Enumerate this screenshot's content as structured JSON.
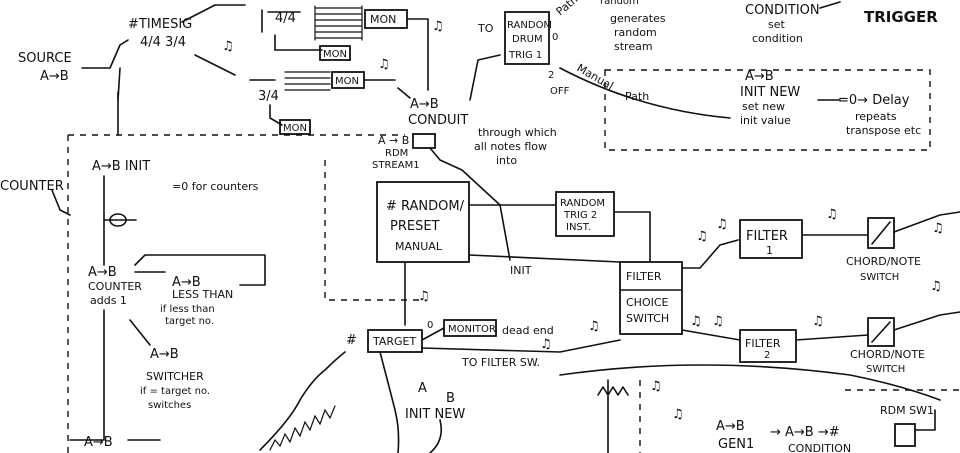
{
  "labels": {
    "source": "SOURCE",
    "source_ab": "A→B",
    "timesig": "#TIMESIG",
    "timesig_values": "4/4  3/4",
    "ts_44": "4/4",
    "ts_34": "3/4",
    "mon": "MON",
    "conduit_ab": "A→B",
    "conduit": "CONDUIT",
    "conduit_note1": "through which",
    "conduit_note2": "all notes flow",
    "conduit_note3": "into",
    "to_random_drum": "TO",
    "random_drum": "RANDOM",
    "drum": "DRUM",
    "trig1": "TRIG 1",
    "drum_num0": "0",
    "drum_num2": "2",
    "off": "OFF",
    "manual_top": "Manual",
    "path_top": "Path",
    "path_mid": "Path",
    "random_small": "random",
    "gen_note1": "generates",
    "gen_note2": "random",
    "gen_note3": "stream",
    "condition": "CONDITION",
    "condition_set1": "set",
    "condition_set2": "condition",
    "trigger": "TRIGGER",
    "init_new_ab": "A→B",
    "init_new_top": "INIT NEW",
    "init_new_note1": "set new",
    "init_new_note2": "init value",
    "delay": "=0→ Delay",
    "delay_note1": "repeats",
    "delay_note2": "transpose etc",
    "counter": "COUNTER",
    "init_ab": "A→B INIT",
    "init_note": "=0 for counters",
    "counter_ab": "A→B",
    "counter_lbl1": "COUNTER",
    "counter_lbl2": "adds 1",
    "less_ab": "A→B",
    "less_lbl": "LESS THAN",
    "less_note1": "if less than",
    "less_note2": "target no.",
    "switcher_ab": "A→B",
    "switcher_lbl": "SWITCHER",
    "switcher_note1": "if = target no.",
    "switcher_note2": "switches",
    "bottom_ab": "A→B",
    "rdm_stream_ab": "A  →  B",
    "rdm_stream1": "RDM",
    "rdm_stream2": "STREAM1",
    "random_preset1": "# RANDOM/",
    "random_preset2": "PRESET",
    "random_preset3": "MANUAL",
    "random_trig2_1": "RANDOM",
    "random_trig2_2": "TRIG 2",
    "random_trig2_3": "INST.",
    "init_lbl": "INIT",
    "filter_choice1": "FILTER",
    "filter_choice2": "CHOICE",
    "filter_choice3": "SWITCH",
    "filter1_a": "FILTER",
    "filter1_b": "1",
    "filter2_a": "FILTER",
    "filter2_b": "2",
    "chord_note1": "CHORD/NOTE",
    "chord_note_sw1": "SWITCH",
    "chord_note2": "CHORD/NOTE",
    "chord_note_sw2": "SWITCH",
    "target": "TARGET",
    "target_zero": "0",
    "monitor": "MONITOR",
    "dead_end": "dead end",
    "to_filter": "TO FILTER SW.",
    "init_new_bottom_ab": "A",
    "init_new_bottom_b": "B",
    "init_new_bottom": "INIT NEW",
    "gen1_ab": "A→B",
    "gen1": "GEN1",
    "condition_bottom_ab": "→ A→B →#",
    "condition_bottom": "CONDITION",
    "rdm_sw1": "RDM SW1",
    "note": "♫",
    "hash": "#"
  }
}
